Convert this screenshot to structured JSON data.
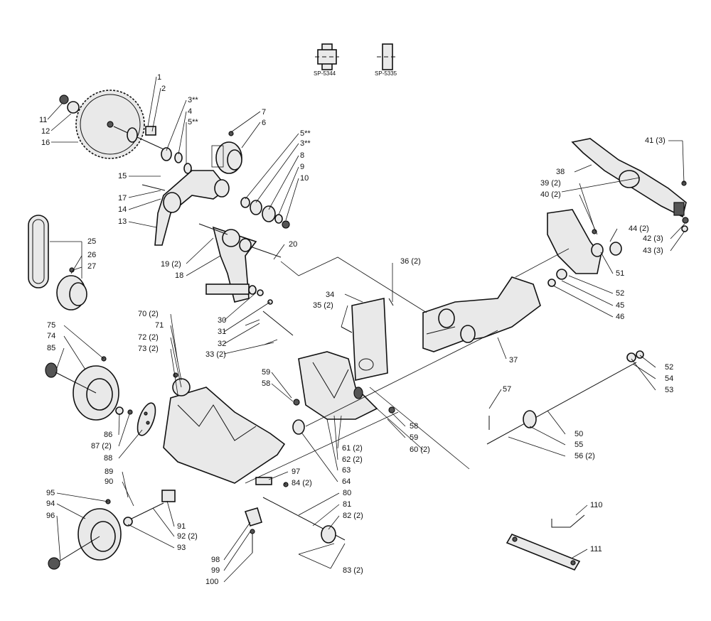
{
  "header_parts": [
    "SP-5344",
    "SP-5335"
  ],
  "labels": {
    "p1": "1",
    "p2": "2",
    "p3a": "3**",
    "p4": "4",
    "p5a": "5**",
    "p7": "7",
    "p6": "6",
    "p5b": "5**",
    "p3b": "3**",
    "p8": "8",
    "p9": "9",
    "p10": "10",
    "p11": "11",
    "p12": "12",
    "p16": "16",
    "p15": "15",
    "p17": "17",
    "p14": "14",
    "p13": "13",
    "p20": "20",
    "p19": "19 (2)",
    "p18": "18",
    "p25": "25",
    "p26": "26",
    "p27": "27",
    "p30": "30",
    "p31": "31",
    "p32": "32",
    "p33": "33 (2)",
    "p34": "34",
    "p35": "35 (2)",
    "p36": "36 (2)",
    "p37": "37",
    "p38": "38",
    "p41": "41 (3)",
    "p39": "39 (2)",
    "p40": "40 (2)",
    "p44": "44 (2)",
    "p42": "42 (3)",
    "p43": "43 (3)",
    "p51": "51",
    "p52a": "52",
    "p45": "45",
    "p46": "46",
    "p52b": "52",
    "p54": "54",
    "p53": "53",
    "p57": "57",
    "p50": "50",
    "p55": "55",
    "p56": "56 (2)",
    "p70": "70 (2)",
    "p71": "71",
    "p72": "72 (2)",
    "p73": "73 (2)",
    "p75": "75",
    "p74": "74",
    "p85": "85",
    "p86": "86",
    "p87": "87 (2)",
    "p88": "88",
    "p59a": "59",
    "p58a": "58",
    "p58b": "58",
    "p59b": "59",
    "p60": "60 (2)",
    "p61": "61 (2)",
    "p62": "62 (2)",
    "p63": "63",
    "p64": "64",
    "p97": "97",
    "p84": "84 (2)",
    "p80": "80",
    "p81": "81",
    "p82": "82 (2)",
    "p83": "83 (2)",
    "p89": "89",
    "p90": "90",
    "p91": "91",
    "p92": "92 (2)",
    "p93": "93",
    "p95": "95",
    "p94": "94",
    "p96": "96",
    "p98": "98",
    "p99": "99",
    "p100": "100",
    "p110": "110",
    "p111": "111"
  }
}
